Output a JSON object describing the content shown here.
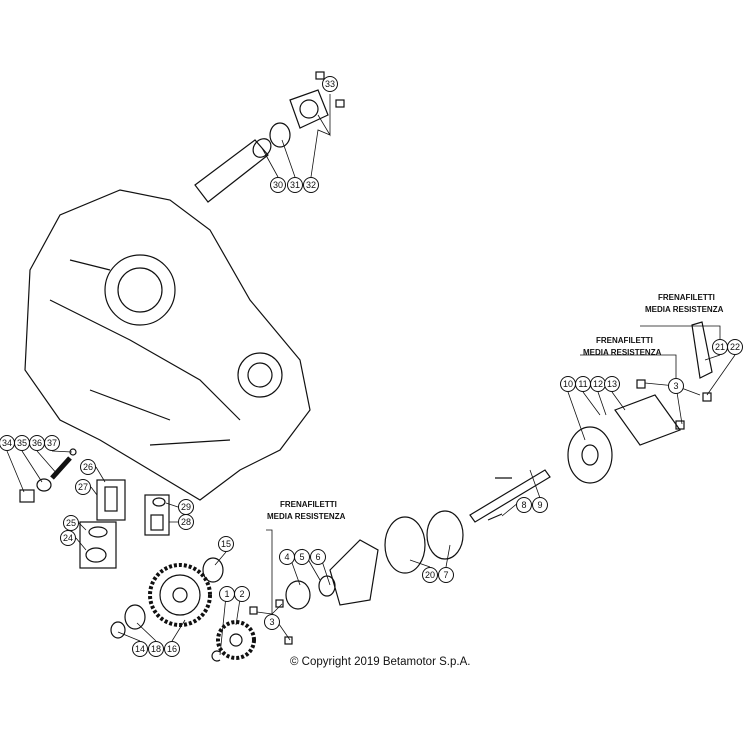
{
  "callouts": [
    "33",
    "30",
    "31",
    "32",
    "10",
    "11",
    "12",
    "13",
    "3",
    "21",
    "22",
    "8",
    "9",
    "20",
    "7",
    "4",
    "5",
    "6",
    "3",
    "1",
    "2",
    "15",
    "14",
    "18",
    "16",
    "34",
    "35",
    "36",
    "37",
    "26",
    "27",
    "29",
    "28",
    "25",
    "24"
  ],
  "notes": [
    {
      "line1": "FRENAFILETTI",
      "line2": "MEDIA RESISTENZA"
    },
    {
      "line1": "FRENAFILETTI",
      "line2": "MEDIA RESISTENZA"
    },
    {
      "line1": "FRENAFILETTI",
      "line2": "MEDIA RESISTENZA"
    }
  ],
  "copyright": "© Copyright 2019 Betamotor S.p.A.",
  "colors": {
    "line": "#111111",
    "watermark": "#cfcfcf"
  }
}
